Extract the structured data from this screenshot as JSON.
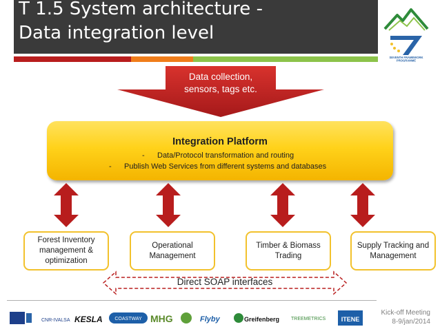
{
  "title": "T 1.5 System architecture -\nData integration level",
  "top_arrow_label": "Data collection,\nsensors, tags etc.",
  "platform": {
    "title": "Integration Platform",
    "items": [
      {
        "dash": "-",
        "text": "Data/Protocol transformation and routing"
      },
      {
        "dash": "-",
        "text": "Publish Web Services from different systems and databases"
      }
    ]
  },
  "systems": [
    {
      "label": "Forest Inventory\nmanagement &\noptimization"
    },
    {
      "label": "Operational\nManagement"
    },
    {
      "label": "Timber & Biomass\nTrading"
    },
    {
      "label": "Supply Tracking and\nManagement"
    }
  ],
  "soap_label": "Direct SOAP interfaces",
  "footer": {
    "meeting": "Kick-off Meeting\n8-9/jan/2014",
    "partner_logos": [
      "CNR-IVALSA",
      "KESLA",
      "COASTWAY",
      "MHG",
      "Flyby",
      "Greifenberg",
      "TREEMETRICS",
      "ITENE"
    ]
  },
  "logos": {
    "top": [
      "mountain-logo",
      "fp7-logo"
    ],
    "fp7_text": "SEVENTH FRAMEWORK\nPROGRAMME"
  },
  "colors": {
    "title_bar": "#3a3a3a",
    "arrow_red": "#c0221f",
    "platform_yellow": "#ffd21a",
    "box_border": "#f2c12b"
  }
}
